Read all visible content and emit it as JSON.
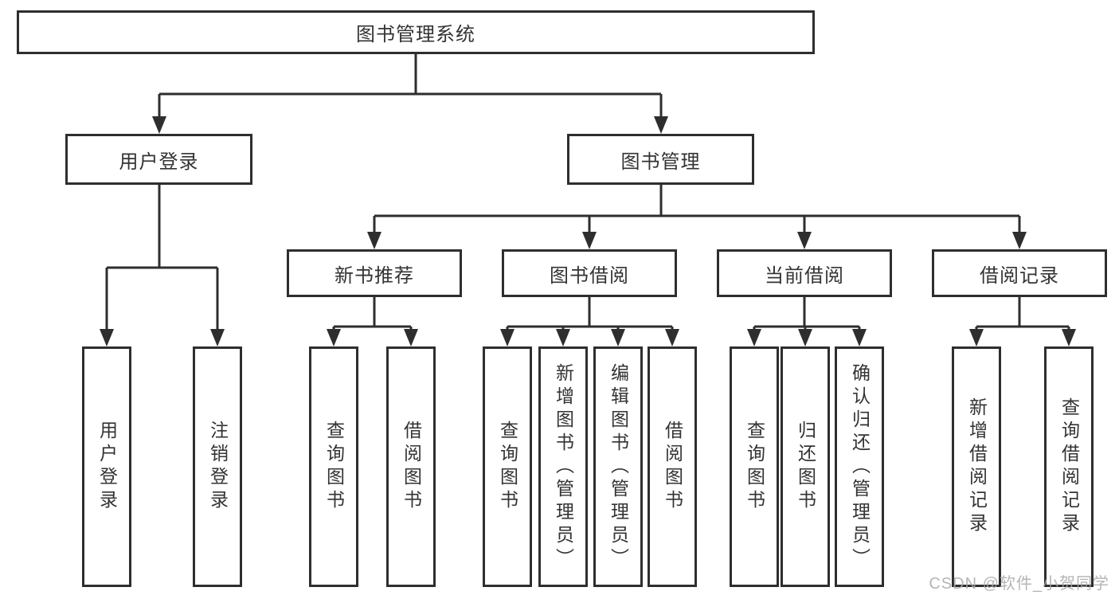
{
  "tree": {
    "label": "图书管理系统",
    "children": [
      {
        "label": "用户登录",
        "children": [
          {
            "label": "用户登录"
          },
          {
            "label": "注销登录"
          }
        ]
      },
      {
        "label": "图书管理",
        "children": [
          {
            "label": "新书推荐",
            "children": [
              {
                "label": "查询图书"
              },
              {
                "label": "借阅图书"
              }
            ]
          },
          {
            "label": "图书借阅",
            "children": [
              {
                "label": "查询图书"
              },
              {
                "label": "新增图书（管理员）"
              },
              {
                "label": "编辑图书（管理员）"
              },
              {
                "label": "借阅图书"
              }
            ]
          },
          {
            "label": "当前借阅",
            "children": [
              {
                "label": "查询图书"
              },
              {
                "label": "归还图书"
              },
              {
                "label": "确认归还（管理员）"
              }
            ]
          },
          {
            "label": "借阅记录",
            "children": [
              {
                "label": "新增借阅记录"
              },
              {
                "label": "查询借阅记录"
              }
            ]
          }
        ]
      }
    ]
  },
  "watermark": {
    "text": "CSDN @软件_小贺同学"
  },
  "colors": {
    "line": "#2e2e2e",
    "text": "#333333",
    "box_background": "#ffffff",
    "background": "#ffffff",
    "watermark": "#a9a9a9"
  }
}
